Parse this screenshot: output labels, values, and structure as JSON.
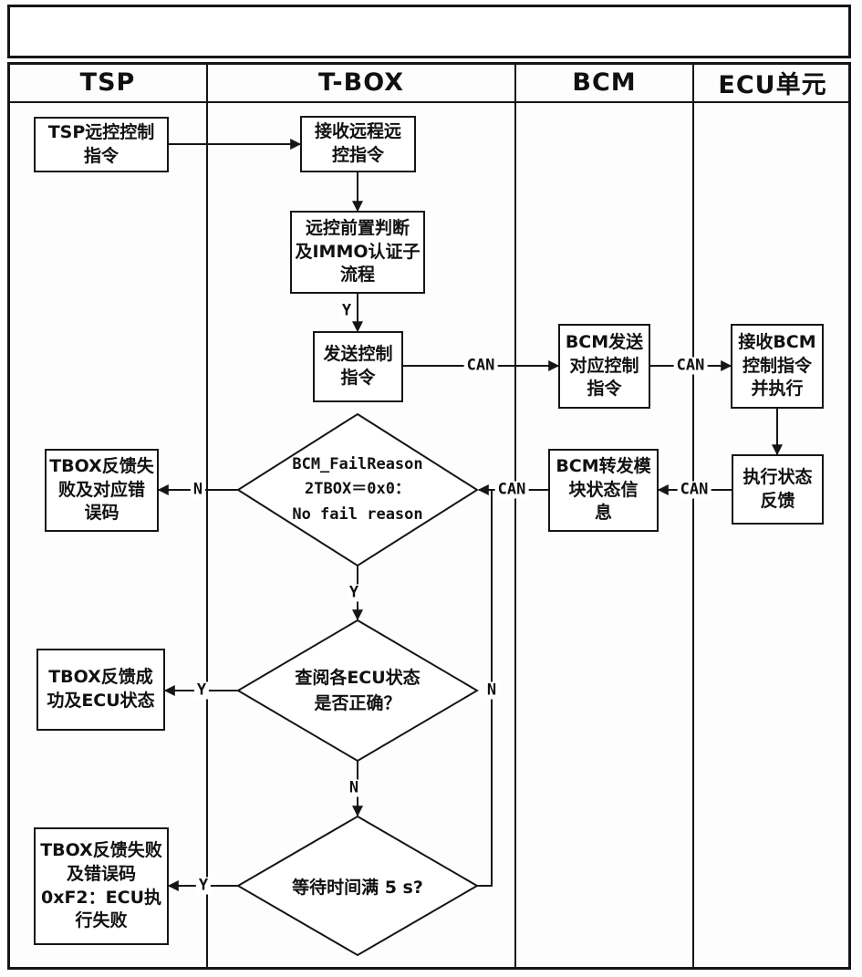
{
  "colors": {
    "line": "#151515",
    "background": "#ffffff"
  },
  "header": {
    "lanes": [
      {
        "label": "TSP"
      },
      {
        "label": "T-BOX"
      },
      {
        "label": "BCM"
      },
      {
        "label": "ECU单元"
      }
    ]
  },
  "nodes": {
    "tsp_cmd": "TSP远控控制\n指令",
    "tbox_receive": "接收远程远\n控指令",
    "tbox_precheck": "远控前置判断\n及IMMO认证子\n流程",
    "tbox_send": "发送控制\n指令",
    "bcm_send": "BCM发送\n对应控制\n指令",
    "ecu_receive": "接收BCM\n控制指令\n并执行",
    "tsp_fail1": "TBOX反馈失\n败及对应错\n误码",
    "bcm_forward": "BCM转发模\n块状态信\n息",
    "ecu_status": "执行状态\n反馈",
    "tsp_success": "TBOX反馈成\n功及ECU状态",
    "tsp_fail2": "TBOX反馈失败\n及错误码\n0xF2：ECU执\n行失败"
  },
  "decisions": {
    "fail_reason": "BCM_FailReason\n2TBOX＝0x0：\nNo fail reason",
    "ecu_ok": "查阅各ECU状态\n是否正确？",
    "wait_5s": "等待时间满 5 s?"
  },
  "edge_labels": {
    "can": "CAN",
    "yes": "Y",
    "no": "N"
  }
}
